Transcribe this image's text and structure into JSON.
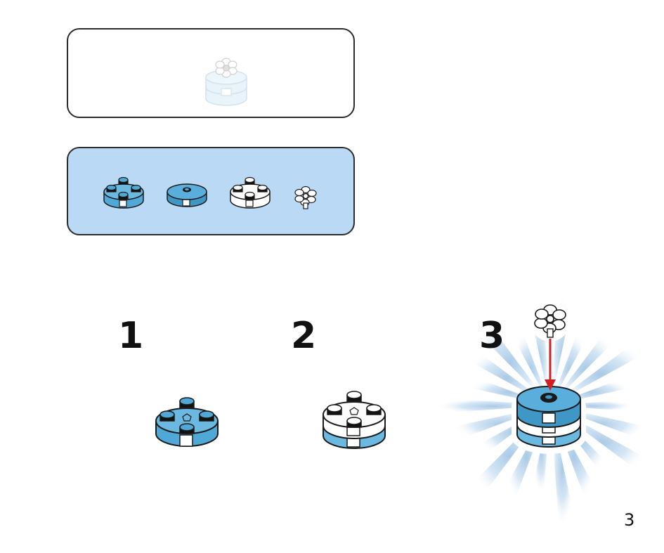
{
  "steps": [
    {
      "number": "1"
    },
    {
      "number": "2"
    },
    {
      "number": "3"
    }
  ],
  "page_number": "3",
  "colors": {
    "medium_azure": "#4fa8d6",
    "dark_outline": "#1a1a1a",
    "white_part": "#ffffff",
    "parts_panel_bg": "#b9d9f4",
    "arrow": "#d11f26",
    "burst": "#b8d4ec"
  },
  "parts_list": [
    {
      "part": "round-plate-2x2-with-studs",
      "color": "medium-azure"
    },
    {
      "part": "round-tile-2x2-with-hole",
      "color": "medium-azure"
    },
    {
      "part": "round-plate-2x2-with-studs",
      "color": "white"
    },
    {
      "part": "flower",
      "color": "white"
    }
  ]
}
